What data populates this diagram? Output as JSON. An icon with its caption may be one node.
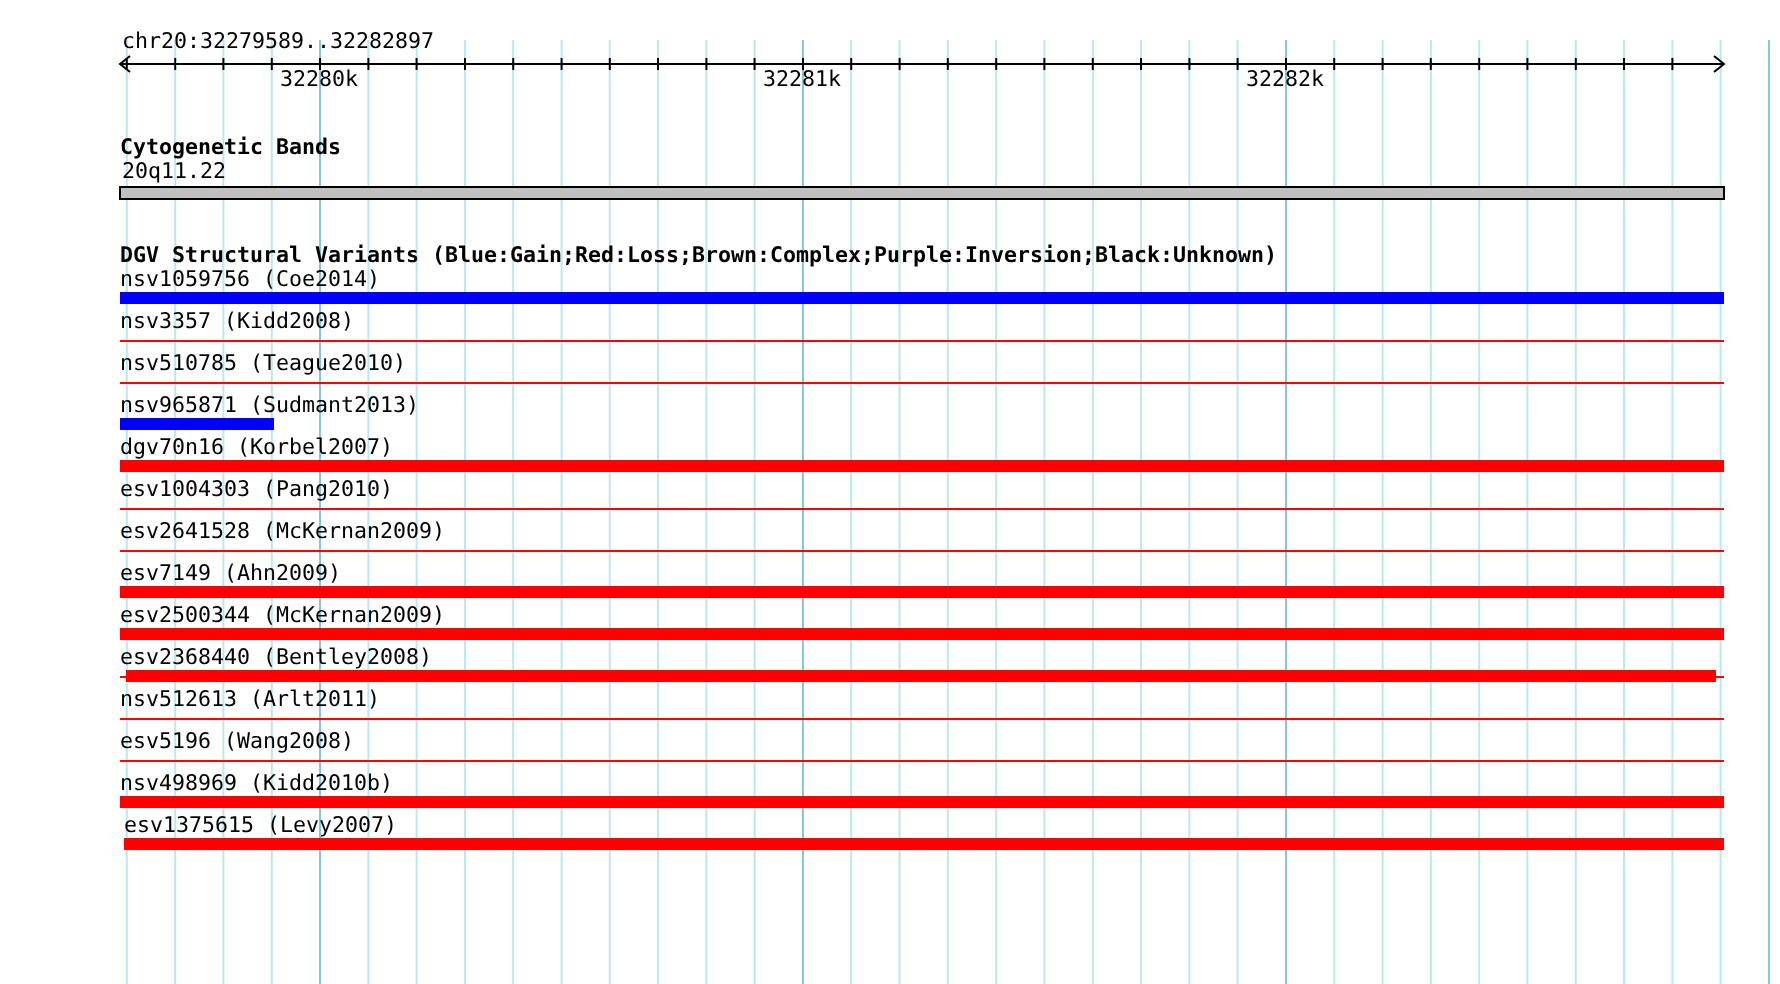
{
  "diagram": {
    "labels": [
      "chr20:32279589..32282897",
      "32280k",
      "32281k",
      "32282k",
      "Cytogenetic Bands",
      "20q11.22",
      "DGV Structural Variants (Blue:Gain;Red:Loss;Brown:Complex;Purple:Inversion;Black:Unknown)",
      "nsv1059756 (Coe2014)",
      "nsv3357 (Kidd2008)",
      "nsv510785 (Teague2010)",
      "nsv965871 (Sudmant2013)",
      "dgv70n16 (Korbel2007)",
      "esv1004303 (Pang2010)",
      "esv2641528 (McKernan2009)",
      "esv7149 (Ahn2009)",
      "esv2500344 (McKernan2009)",
      "esv2368440 (Bentley2008)",
      "nsv512613 (Arlt2011)",
      "esv5196 (Wang2008)",
      "nsv498969 (Kidd2010b)",
      "esv1375615 (Levy2007)"
    ]
  }
}
